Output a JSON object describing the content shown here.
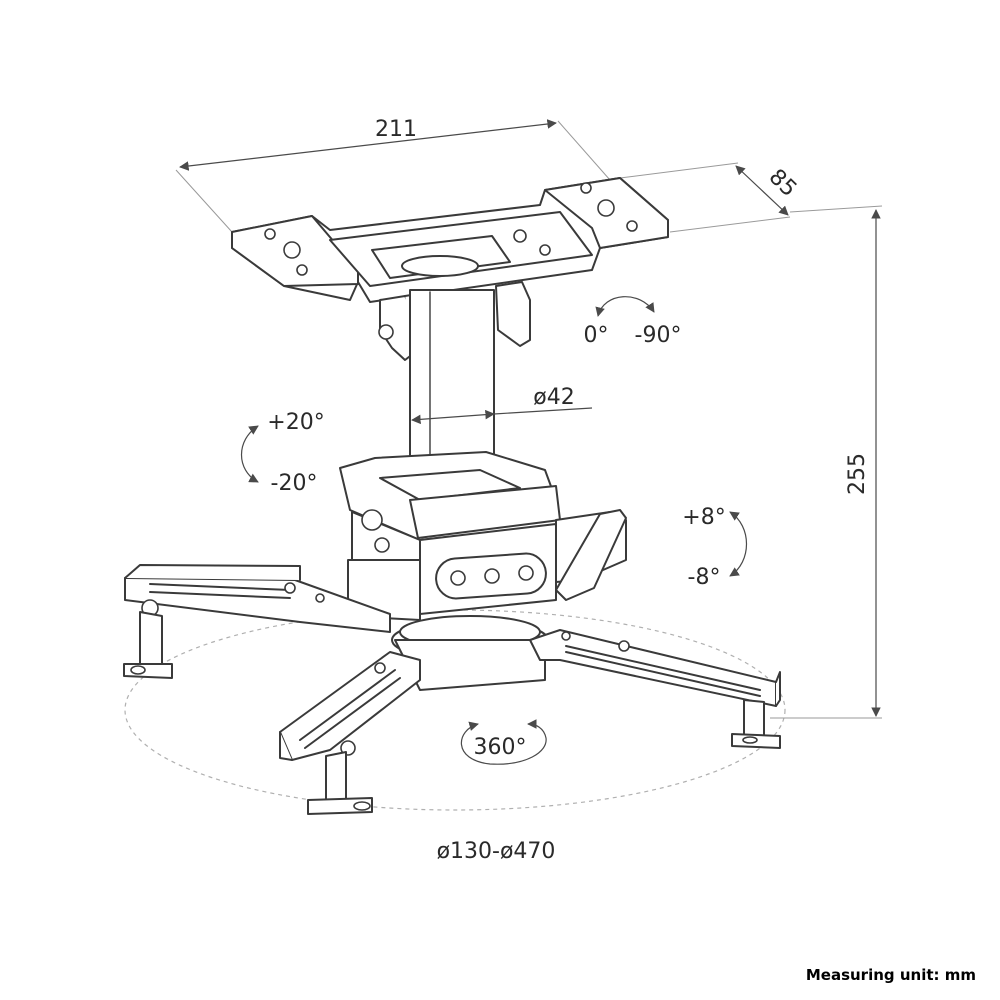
{
  "dimensions": {
    "width": "211",
    "depth": "85",
    "height": "255",
    "pole_diameter": "ø42",
    "mount_range": "ø130-ø470"
  },
  "rotations": {
    "swivel_start": "0°",
    "swivel_end": "-90°",
    "tilt_up": "+20°",
    "tilt_down": "-20°",
    "roll_up": "+8°",
    "roll_down": "-8°",
    "full_turn": "360°"
  },
  "footer": {
    "unit_note": "Measuring unit: mm"
  },
  "colors": {
    "line": "#3a3a3a",
    "dimension": "#4a4a4a",
    "dashed": "#b0b0b0",
    "background": "#ffffff"
  }
}
